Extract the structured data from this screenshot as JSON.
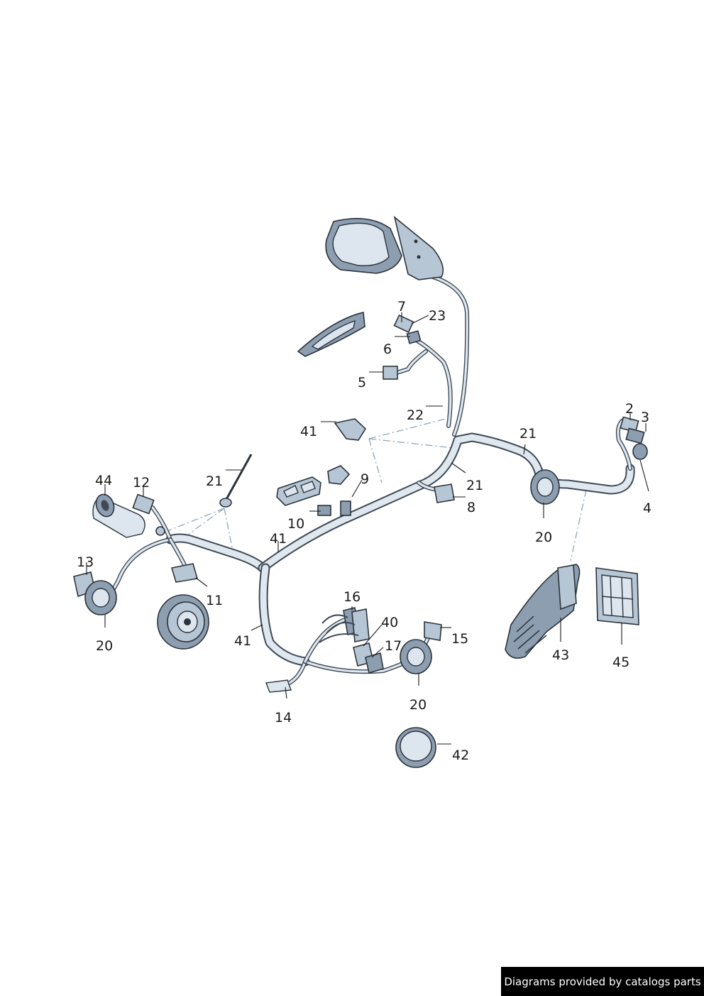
{
  "diagram": {
    "callouts": [
      {
        "id": "c-2",
        "text": "2"
      },
      {
        "id": "c-3",
        "text": "3"
      },
      {
        "id": "c-4",
        "text": "4"
      },
      {
        "id": "c-5",
        "text": "5"
      },
      {
        "id": "c-6",
        "text": "6"
      },
      {
        "id": "c-7",
        "text": "7"
      },
      {
        "id": "c-8",
        "text": "8"
      },
      {
        "id": "c-9",
        "text": "9"
      },
      {
        "id": "c-10",
        "text": "10"
      },
      {
        "id": "c-11",
        "text": "11"
      },
      {
        "id": "c-12",
        "text": "12"
      },
      {
        "id": "c-13",
        "text": "13"
      },
      {
        "id": "c-14",
        "text": "14"
      },
      {
        "id": "c-15",
        "text": "15"
      },
      {
        "id": "c-16",
        "text": "16"
      },
      {
        "id": "c-17",
        "text": "17"
      },
      {
        "id": "c-20a",
        "text": "20"
      },
      {
        "id": "c-20b",
        "text": "20"
      },
      {
        "id": "c-20c",
        "text": "20"
      },
      {
        "id": "c-21a",
        "text": "21"
      },
      {
        "id": "c-21b",
        "text": "21"
      },
      {
        "id": "c-21c",
        "text": "21"
      },
      {
        "id": "c-22",
        "text": "22"
      },
      {
        "id": "c-23",
        "text": "23"
      },
      {
        "id": "c-40",
        "text": "40"
      },
      {
        "id": "c-41a",
        "text": "41"
      },
      {
        "id": "c-41b",
        "text": "41"
      },
      {
        "id": "c-41c",
        "text": "41"
      },
      {
        "id": "c-42",
        "text": "42"
      },
      {
        "id": "c-43",
        "text": "43"
      },
      {
        "id": "c-44",
        "text": "44"
      },
      {
        "id": "c-45",
        "text": "45"
      }
    ]
  },
  "footer": {
    "text": "Diagrams provided by catalogs parts"
  },
  "colors": {
    "line": "#1a1a1a",
    "part_fill": "#b7c6d4",
    "part_shade": "#8c9eb0",
    "dash": "#8aa6c0",
    "footer_bg": "#000000"
  }
}
